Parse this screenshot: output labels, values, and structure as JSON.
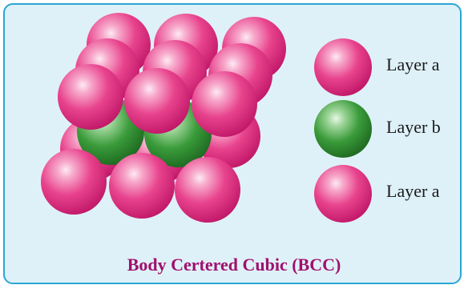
{
  "legend": {
    "items": [
      {
        "label": "Layer a",
        "color": "pink"
      },
      {
        "label": "Layer b",
        "color": "green"
      },
      {
        "label": "Layer a",
        "color": "pink"
      }
    ]
  },
  "caption": "Body Certered Cubic (BCC)",
  "colors": {
    "panel_border": "#2aa6d4",
    "panel_fill": "#dff1f8",
    "pink_ball": "#e8438d",
    "green_ball": "#3a9b3a",
    "caption_text": "#a0106e"
  },
  "icons": [
    "pink-sphere-icon",
    "green-sphere-icon"
  ]
}
